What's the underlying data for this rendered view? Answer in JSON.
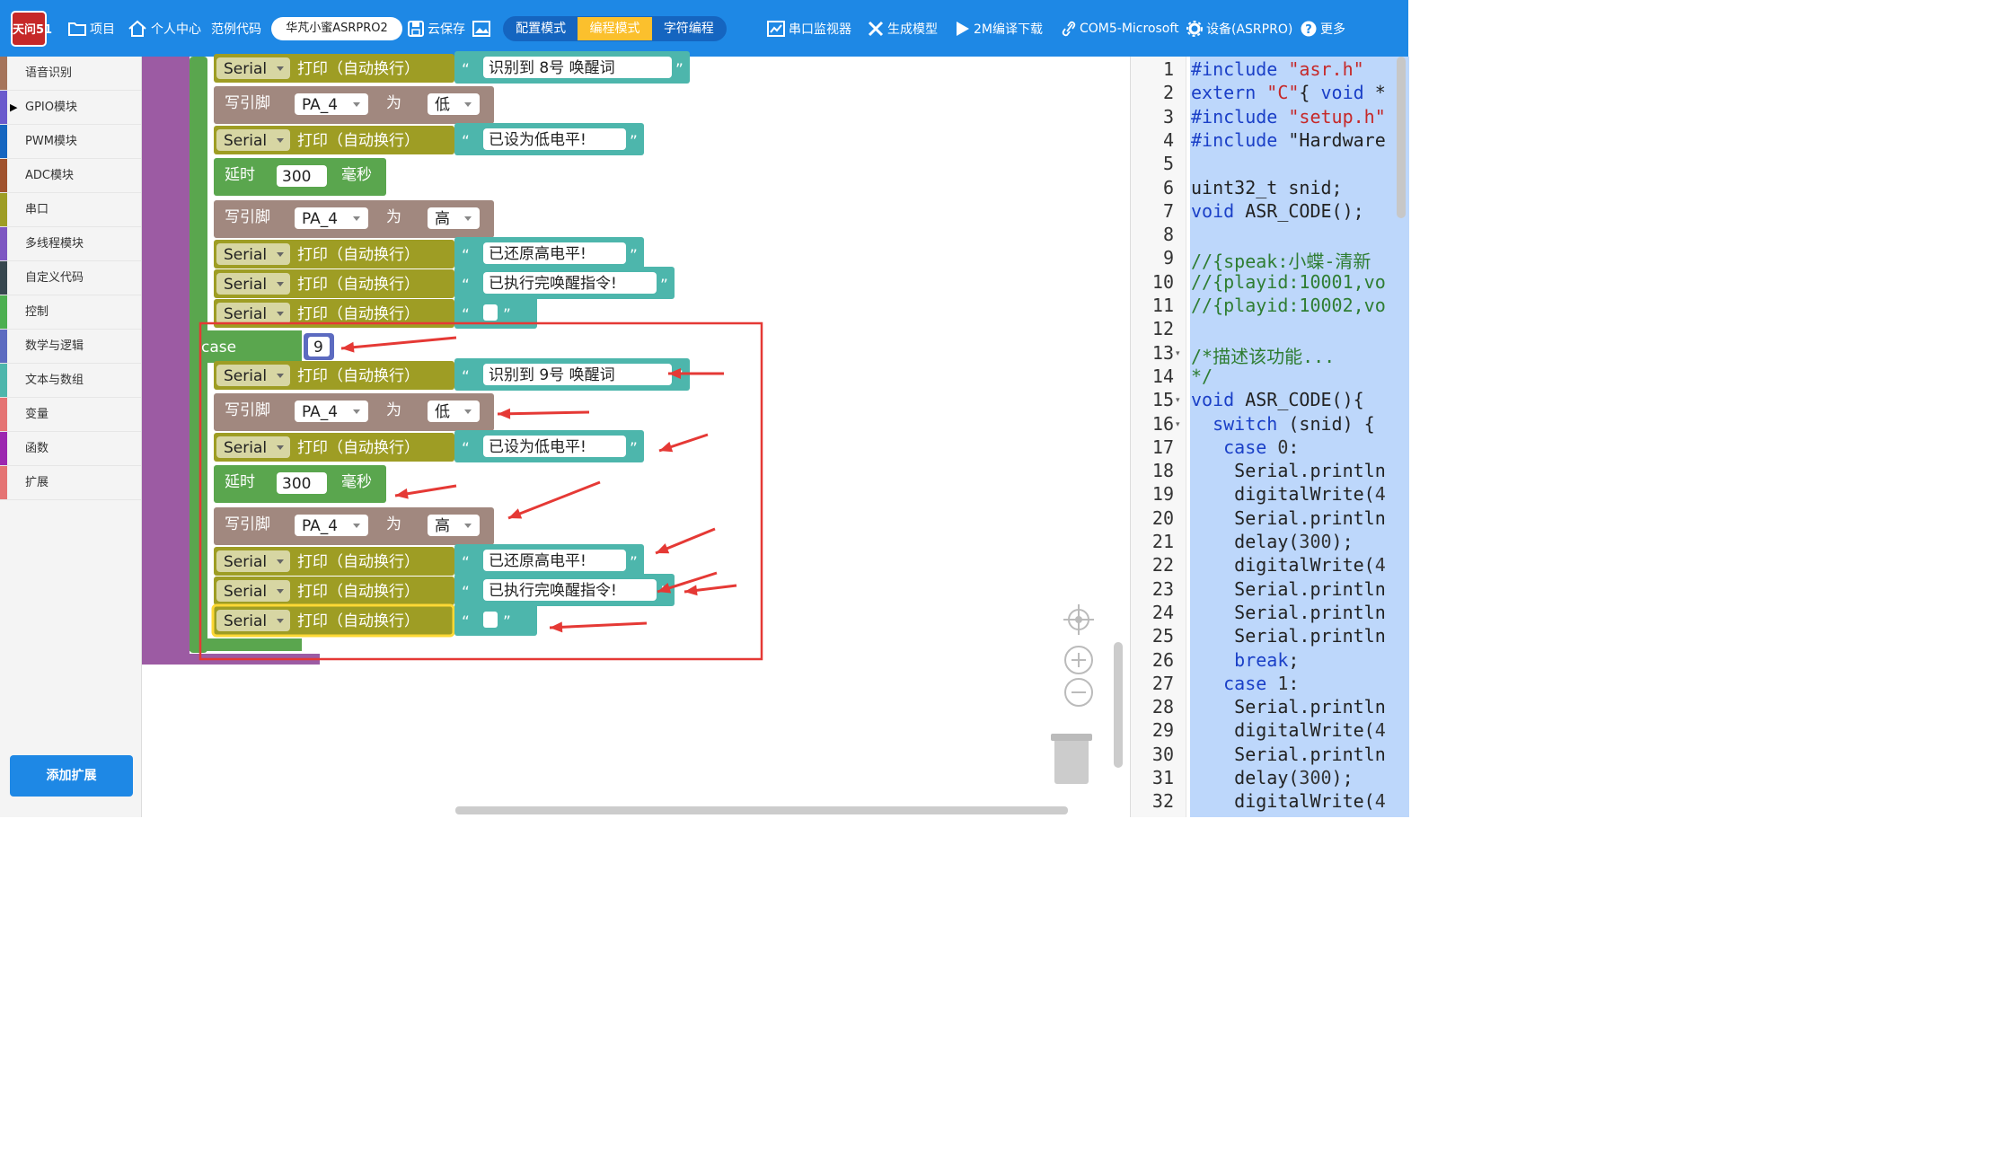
{
  "topbar": {
    "logo_text": "天问51",
    "items": [
      {
        "id": "project",
        "label": "项目",
        "icon": "folder-icon"
      },
      {
        "id": "user",
        "label": "个人中心",
        "icon": "home-icon"
      },
      {
        "id": "examples",
        "label": "范例代码",
        "icon": ""
      },
      {
        "id": "cloud",
        "label": "云保存",
        "icon": "save-icon"
      },
      {
        "id": "serial",
        "label": "串口监视器",
        "icon": "chart-icon"
      },
      {
        "id": "model",
        "label": "生成模型",
        "icon": "tools-icon"
      },
      {
        "id": "compile",
        "label": "2M编译下载",
        "icon": "play-icon"
      },
      {
        "id": "port",
        "label": "COM5-Microsoft",
        "icon": "link-icon"
      },
      {
        "id": "device",
        "label": "设备(ASRPRO)",
        "icon": "gear-icon"
      },
      {
        "id": "more",
        "label": "更多",
        "icon": "help-icon"
      }
    ],
    "board": "华芃小蜜ASRPRO2",
    "modes": [
      {
        "label": "配置模式",
        "active": false
      },
      {
        "label": "编程模式",
        "active": true
      },
      {
        "label": "字符编程",
        "active": false
      }
    ]
  },
  "sidebar": {
    "categories": [
      {
        "label": "语音识别",
        "color": "#a5745b"
      },
      {
        "label": "GPIO模块",
        "color": "#6a5acd",
        "selected": true
      },
      {
        "label": "PWM模块",
        "color": "#1565c0"
      },
      {
        "label": "ADC模块",
        "color": "#a0522d"
      },
      {
        "label": "串口",
        "color": "#9e9d24"
      },
      {
        "label": "多线程模块",
        "color": "#7e57c2"
      },
      {
        "label": "自定义代码",
        "color": "#37474f"
      },
      {
        "label": "控制",
        "color": "#4caf50"
      },
      {
        "label": "数学与逻辑",
        "color": "#5c6bc0"
      },
      {
        "label": "文本与数组",
        "color": "#4db6ac"
      },
      {
        "label": "变量",
        "color": "#e57373"
      },
      {
        "label": "函数",
        "color": "#9c27b0"
      },
      {
        "label": "扩展",
        "color": "#e57373"
      }
    ],
    "add_ext": "添加扩展"
  },
  "blocks": {
    "serial": "Serial",
    "print": "打印（自动换行）",
    "write_pin": "写引脚",
    "pin": "PA_4",
    "to": "为",
    "low": "低",
    "high": "高",
    "delay": "延时",
    "delay_value": "300",
    "ms": "毫秒",
    "case_label": "case",
    "case_value": "9",
    "msg_wake8": "识别到 8号 唤醒词",
    "msg_wake9": "识别到 9号 唤醒词",
    "msg_low": "已设为低电平!",
    "msg_high": "已还原高电平!",
    "msg_done": "已执行完唤醒指令!",
    "msg_empty": ""
  },
  "code": {
    "lines": [
      {
        "n": "1",
        "t": "#include \"asr.h\""
      },
      {
        "n": "2",
        "t": "extern \"C\"{ void *"
      },
      {
        "n": "3",
        "t": "#include \"setup.h\""
      },
      {
        "n": "4",
        "t": "#include \"Hardware"
      },
      {
        "n": "5",
        "t": ""
      },
      {
        "n": "6",
        "t": "uint32_t snid;"
      },
      {
        "n": "7",
        "t": "void ASR_CODE();"
      },
      {
        "n": "8",
        "t": ""
      },
      {
        "n": "9",
        "t": "//{speak:小蝶-清新"
      },
      {
        "n": "10",
        "t": "//{playid:10001,vo"
      },
      {
        "n": "11",
        "t": "//{playid:10002,vo"
      },
      {
        "n": "12",
        "t": ""
      },
      {
        "n": "13",
        "t": "/*描述该功能...",
        "fold": true
      },
      {
        "n": "14",
        "t": "*/"
      },
      {
        "n": "15",
        "t": "void ASR_CODE(){",
        "fold": true
      },
      {
        "n": "16",
        "t": "  switch (snid) {",
        "fold": true
      },
      {
        "n": "17",
        "t": "   case 0:"
      },
      {
        "n": "18",
        "t": "    Serial.println"
      },
      {
        "n": "19",
        "t": "    digitalWrite(4"
      },
      {
        "n": "20",
        "t": "    Serial.println"
      },
      {
        "n": "21",
        "t": "    delay(300);"
      },
      {
        "n": "22",
        "t": "    digitalWrite(4"
      },
      {
        "n": "23",
        "t": "    Serial.println"
      },
      {
        "n": "24",
        "t": "    Serial.println"
      },
      {
        "n": "25",
        "t": "    Serial.println"
      },
      {
        "n": "26",
        "t": "    break;"
      },
      {
        "n": "27",
        "t": "   case 1:"
      },
      {
        "n": "28",
        "t": "    Serial.println"
      },
      {
        "n": "29",
        "t": "    digitalWrite(4"
      },
      {
        "n": "30",
        "t": "    Serial.println"
      },
      {
        "n": "31",
        "t": "    delay(300);"
      },
      {
        "n": "32",
        "t": "    digitalWrite(4"
      }
    ]
  },
  "colors": {
    "topbar": "#1e88e5",
    "serial_block": "#9e9d24",
    "text_block": "#4db6ac",
    "gpio_block": "#a1887f",
    "delay_block": "#5aa64e",
    "switch_block": "#5aa64e",
    "function_block": "#9c5ba3",
    "highlight": "#e53935",
    "code_selection": "#bdd7fb"
  }
}
